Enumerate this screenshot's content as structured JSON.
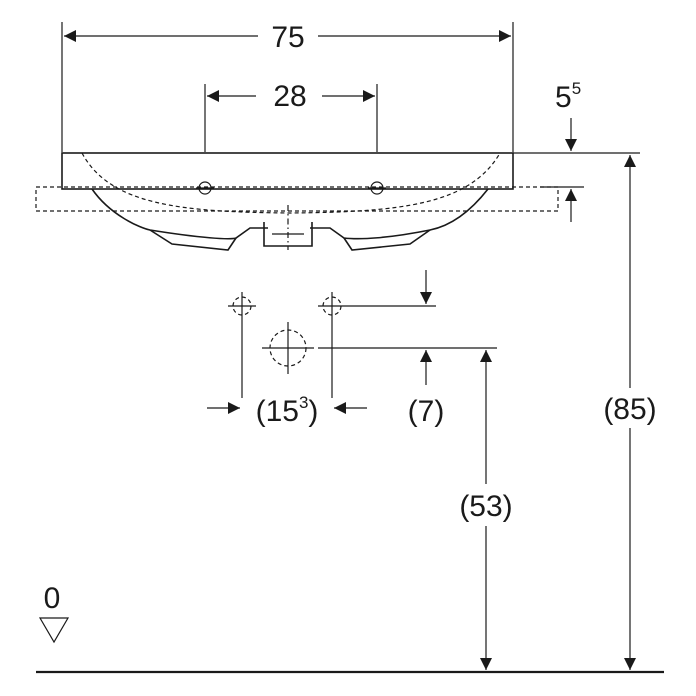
{
  "drawing": {
    "dimensions": {
      "overall_width": "75",
      "tap_spacing": "28",
      "rim_height_main": "5",
      "rim_height_sup": "5",
      "drain_spacing_main": "(15",
      "drain_spacing_sup": "3",
      "drain_spacing_close": ")",
      "drain_offset": "(7)",
      "drain_height": "(53)",
      "total_height": "(85)"
    },
    "floor_label": "0"
  }
}
